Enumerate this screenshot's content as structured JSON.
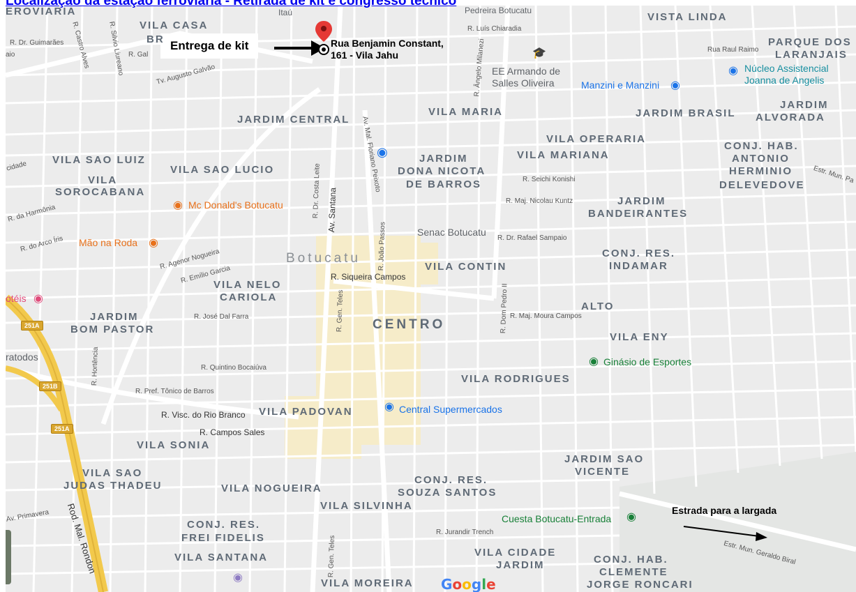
{
  "title_link": "Localização da estação ferroviária - Retirada de kit e congresso técnico",
  "annotations": {
    "kit_label": "Entrega de kit",
    "address_line1": "Rua Benjamin Constant,",
    "address_line2": "161 - Vila Jahu",
    "road_label": "Estrada para a largada"
  },
  "city_name": "Botucatu",
  "districts": {
    "vila_linda": "VISTA LINDA",
    "parque_dos_laranjais_1": "PARQUE DOS",
    "parque_dos_laranjais_2": "LARANJAIS",
    "jardim_alvorada_1": "JARDIM",
    "jardim_alvorada_2": "ALVORADA",
    "vila_maria": "VILA MARIA",
    "jardim_brasil": "JARDIM BRASIL",
    "jardim_central": "JARDIM CENTRAL",
    "vila_operaria": "VILA OPERARIA",
    "vila_mariana": "VILA MARIANA",
    "conj_hab_antonio_1": "CONJ. HAB.",
    "conj_hab_antonio_2": "ANTONIO",
    "conj_hab_antonio_3": "HERMINIO",
    "conj_hab_antonio_4": "DELEVEDOVE",
    "jardim_dona_nicota_1": "JARDIM",
    "jardim_dona_nicota_2": "DONA NICOTA",
    "jardim_dona_nicota_3": "DE BARROS",
    "vila_sao_luiz": "VILA SAO LUIZ",
    "vila_sao_lucio": "VILA SAO LUCIO",
    "vila_sorocabana_1": "VILA",
    "vila_sorocabana_2": "SOROCABANA",
    "jardim_bandeirantes_1": "JARDIM",
    "jardim_bandeirantes_2": "BANDEIRANTES",
    "conj_res_indamar_1": "CONJ. RES.",
    "conj_res_indamar_2": "INDAMAR",
    "vila_contin": "VILA CONTIN",
    "vila_nelo_cariola_1": "VILA NELO",
    "vila_nelo_cariola_2": "CARIOLA",
    "alto": "ALTO",
    "jardim_bom_pastor_1": "JARDIM",
    "jardim_bom_pastor_2": "BOM PASTOR",
    "centro": "CENTRO",
    "vila_eny": "VILA ENY",
    "vila_rodrigues": "VILA RODRIGUES",
    "vila_padovan": "VILA PADOVAN",
    "vila_sonia": "VILA SONIA",
    "jardim_sao_vicente_1": "JARDIM SAO",
    "jardim_sao_vicente_2": "VICENTE",
    "vila_sao_judas_1": "VILA SAO",
    "vila_sao_judas_2": "JUDAS THADEU",
    "vila_nogueira": "VILA NOGUEIRA",
    "conj_res_souza_1": "CONJ. RES.",
    "conj_res_souza_2": "SOUZA SANTOS",
    "vila_silvinha": "VILA SILVINHA",
    "conj_res_frei_1": "CONJ. RES.",
    "conj_res_frei_2": "FREI FIDELIS",
    "vila_santana": "VILA SANTANA",
    "vila_cidade_jardim_1": "VILA CIDADE",
    "vila_cidade_jardim_2": "JARDIM",
    "conj_hab_clemente_1": "CONJ. HAB.",
    "conj_hab_clemente_2": "CLEMENTE",
    "conj_hab_clemente_3": "JORGE RONCARI",
    "vila_moreira": "VILA MOREIRA",
    "vila_casa_1": "VILA CASA",
    "vila_casa_2": "BR",
    "ferroviaria": "EROVIARIA"
  },
  "pois": {
    "itau": "Itaú",
    "pedreira": "Pedreira Botucatu",
    "ee_armando_1": "EE Armando de",
    "ee_armando_2": "Salles Oliveira",
    "manzini": "Manzini e Manzini",
    "nucleo_1": "Núcleo Assistencial",
    "nucleo_2": "Joanna de Angelis",
    "mcdonalds": "Mc Donald's Botucatu",
    "mao_na_roda": "Mão na Roda",
    "senac": "Senac Botucatu",
    "ginasio": "Ginásio de Esportes",
    "central_super": "Central Supermercados",
    "cuesta": "Cuesta Botucatu-Entrada",
    "hoteis": "otéis",
    "gratodos": "ratodos"
  },
  "streets": {
    "dr_guimaraes": "R. Dr. Guimarães",
    "castro_alves": "R. Castro Alves",
    "silvio_liureano": "R. Silvio Liureano",
    "r_gal": "R. Gal",
    "augusto_galvao": "Tv. Augusto Galvão",
    "luis_chiaradia": "R. Luís Chiaradia",
    "angelo_milanezi": "R. Ângelo Milanezi",
    "raul_raimo": "Rua Raul Raimo",
    "costa_leite": "R. Dr. Costa Leite",
    "av_santana": "Av. Santana",
    "floriano": "Av. Mal. Floriano Peixoto",
    "seichi": "R. Seichi Konishi",
    "nicolau_kuntz": "R. Maj. Nicolau Kuntz",
    "rafael_sampaio": "R. Dr. Rafael Sampaio",
    "joao_passos": "R. João Passos",
    "estr_mun_p": "Estr. Mun. Pa",
    "da_harmonia": "R. da Harmônia",
    "arco_iris": "R. do Arco Íris",
    "agenor": "R. Agenor Nogueira",
    "emilio": "R. Emílio Garcia",
    "siqueira": "R. Siqueira Campos",
    "dom_pedro": "R. Dom Pedro II",
    "moura_campos": "R. Maj. Moura Campos",
    "jose_dal": "R. José Dal Farra",
    "gen_teles": "R. Gen. Teles",
    "hortencia": "R. Hortência",
    "quintino": "R. Quintino Bocaiúva",
    "tonico": "R. Pref. Tônico de Barros",
    "visconde": "R. Visc. do Rio Branco",
    "campos_sales": "R. Campos Sales",
    "primavera": "Av. Primavera",
    "rondon": "Rod. Mal. Rondon",
    "jurandir": "R. Jurandir Trench",
    "gen_teles_2": "R. Gen. Teles",
    "geraldo_biral": "Estr. Mun. Geraldo Biral",
    "cidade": "cidade",
    "aio": "aio"
  },
  "shields": [
    "251A",
    "251B",
    "251A"
  ],
  "google": [
    "G",
    "o",
    "o",
    "g",
    "l",
    "e"
  ],
  "colors": {
    "map_bg": "#ececec",
    "road": "#ffffff",
    "highway": "#f2c94c",
    "center_fill": "#f6ecc9",
    "pin_red": "#e53935",
    "poi_orange": "#e8711b",
    "poi_blue": "#1a73e8",
    "poi_green": "#188038",
    "link": "#0000ee"
  }
}
